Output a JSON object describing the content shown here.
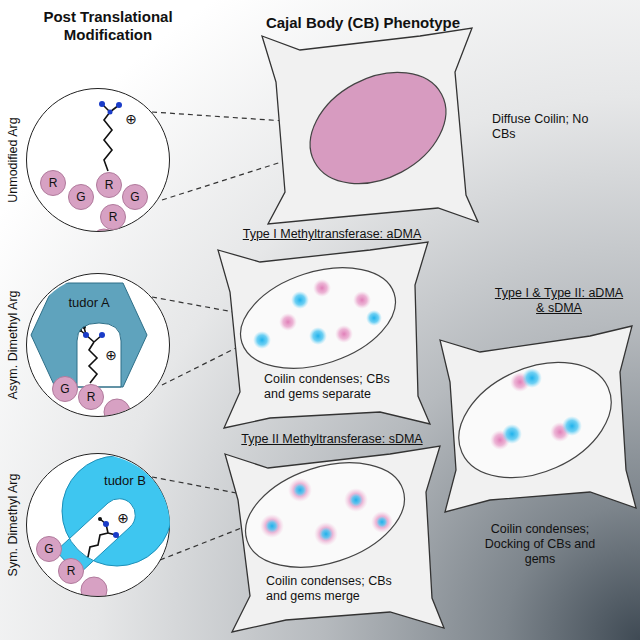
{
  "diagram": {
    "nodes": [
      {
        "text": [
          "Unmodified Arg"
        ]
      },
      {
        "text": [
          "R"
        ],
        "in": 0
      },
      {
        "text": [
          "G"
        ],
        "in": 0
      },
      {
        "text": [
          "R"
        ],
        "in": 0
      },
      {
        "text": [
          "G"
        ],
        "in": 0
      },
      {
        "text": [
          "R"
        ],
        "in": 0
      },
      {
        "text": [
          "Asym. Dimethyl Arg"
        ]
      },
      {
        "text": [
          "tudor A"
        ],
        "in": 6
      },
      {
        "text": [
          "G"
        ],
        "in": 6
      },
      {
        "text": [
          "R"
        ],
        "in": 6
      },
      {
        "text": [
          "Sym. Dimethyl Arg"
        ]
      },
      {
        "text": [
          "tudor B"
        ],
        "in": 10
      },
      {
        "text": [
          "G"
        ],
        "in": 10
      },
      {
        "text": [
          "R"
        ],
        "in": 10
      }
    ],
    "labels": [
      "Post Translational Modification",
      "Cajal Body (CB) Phenotype",
      "⊕",
      "⊕",
      "⊕",
      "Diffuse Coilin; No CBs",
      "Type I Methyltransferase: aDMA",
      "Coilin condenses; CBs and gems separate",
      "Type I & Type II: aDMA & sDMA",
      "Type II Methyltransferase: sDMA",
      "Coilin condenses; Docking of CBs and gems",
      "Coilin condenses; CBs and gems merge"
    ]
  }
}
